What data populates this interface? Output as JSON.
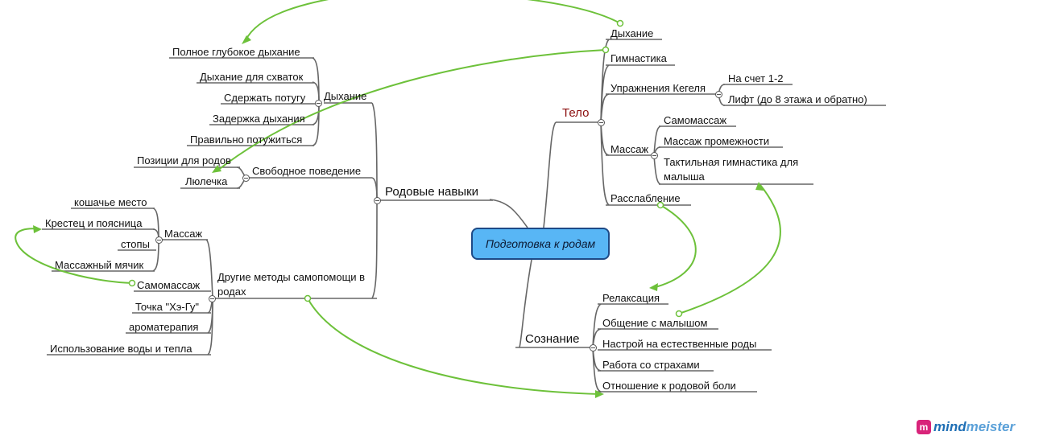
{
  "root": "Подготовка к родам",
  "left": {
    "skills": {
      "label": "Родовые навыки",
      "breathing": {
        "label": "Дыхание",
        "items": [
          "Полное глубокое дыхание",
          "Дыхание для схваток",
          "Сдержать потугу",
          "Задержка дыхания",
          "Правильно потужиться"
        ]
      },
      "free": {
        "label": "Свободное поведение",
        "items": [
          "Позиции для родов",
          "Люлечка"
        ]
      },
      "other": {
        "label": "Другие методы самопомощи в родах",
        "massage": {
          "label": "Массаж",
          "items": [
            "кошачье место",
            "Крестец и поясница",
            "стопы",
            "Массажный мячик"
          ]
        },
        "items": [
          "Самомассаж",
          "Точка \"Хэ-Гу\"",
          "ароматерапия",
          "Использование воды и тепла"
        ]
      }
    }
  },
  "right": {
    "body": {
      "label": "Тело",
      "items": [
        "Дыхание",
        "Гимнастика",
        "Упражнения Кегеля",
        "Массаж",
        "Расслабление"
      ],
      "kegel": [
        "На счет 1-2",
        "Лифт (до 8 этажа и обратно)"
      ],
      "massage": [
        "Самомассаж",
        "Массаж промежности",
        "Тактильная гимнастика для малыша"
      ]
    },
    "mind": {
      "label": "Сознание",
      "items": [
        "Релаксация",
        "Общение с малышом",
        "Настрой на естественные роды",
        "Работа со страхами",
        "Отношение к родовой боли"
      ]
    }
  },
  "logo": {
    "mind": "mind",
    "meister": "meister",
    "mark": "m"
  },
  "colors": {
    "root_fill": "#58b6f5",
    "root_border": "#1e4a86",
    "branch": "#666666",
    "link": "#6dc13a",
    "body_label": "#8b0e0e"
  }
}
